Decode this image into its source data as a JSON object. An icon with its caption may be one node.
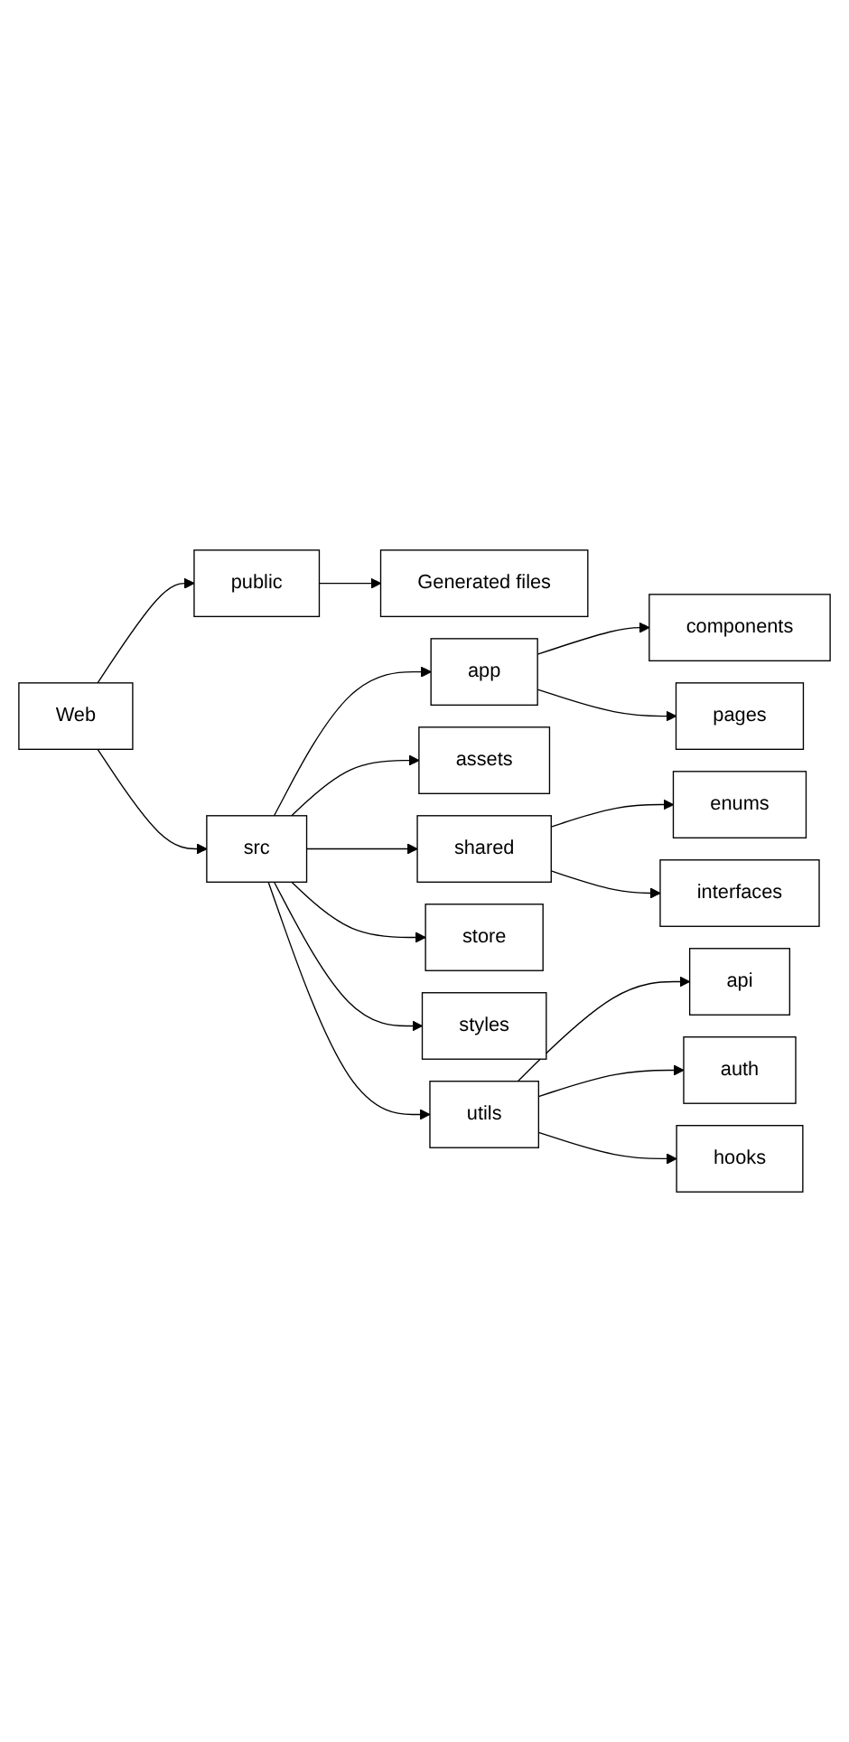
{
  "diagram": {
    "nodes": [
      {
        "text": [
          "Web"
        ]
      },
      {
        "text": [
          "public"
        ]
      },
      {
        "text": [
          "src"
        ]
      },
      {
        "text": [
          "Generated files"
        ]
      },
      {
        "text": [
          "app"
        ]
      },
      {
        "text": [
          "components"
        ]
      },
      {
        "text": [
          "pages"
        ]
      },
      {
        "text": [
          "assets"
        ]
      },
      {
        "text": [
          "shared"
        ]
      },
      {
        "text": [
          "enums"
        ]
      },
      {
        "text": [
          "interfaces"
        ]
      },
      {
        "text": [
          "store"
        ]
      },
      {
        "text": [
          "styles"
        ]
      },
      {
        "text": [
          "utils"
        ]
      },
      {
        "text": [
          "api"
        ]
      },
      {
        "text": [
          "auth"
        ]
      },
      {
        "text": [
          "hooks"
        ]
      }
    ],
    "edges": [
      {
        "from": 0,
        "to": 1,
        "arrow": "to"
      },
      {
        "from": 0,
        "to": 2,
        "arrow": "to"
      },
      {
        "from": 1,
        "to": 3,
        "arrow": "to"
      },
      {
        "from": 2,
        "to": 4,
        "arrow": "to"
      },
      {
        "from": 4,
        "to": 5,
        "arrow": "to"
      },
      {
        "from": 4,
        "to": 6,
        "arrow": "to"
      },
      {
        "from": 2,
        "to": 7,
        "arrow": "to"
      },
      {
        "from": 2,
        "to": 8,
        "arrow": "to"
      },
      {
        "from": 8,
        "to": 9,
        "arrow": "to"
      },
      {
        "from": 8,
        "to": 10,
        "arrow": "to"
      },
      {
        "from": 2,
        "to": 11,
        "arrow": "to"
      },
      {
        "from": 2,
        "to": 12,
        "arrow": "to"
      },
      {
        "from": 2,
        "to": 13,
        "arrow": "to"
      },
      {
        "from": 13,
        "to": 14,
        "arrow": "to"
      },
      {
        "from": 13,
        "to": 15,
        "arrow": "to"
      },
      {
        "from": 13,
        "to": 16,
        "arrow": "to"
      }
    ]
  }
}
